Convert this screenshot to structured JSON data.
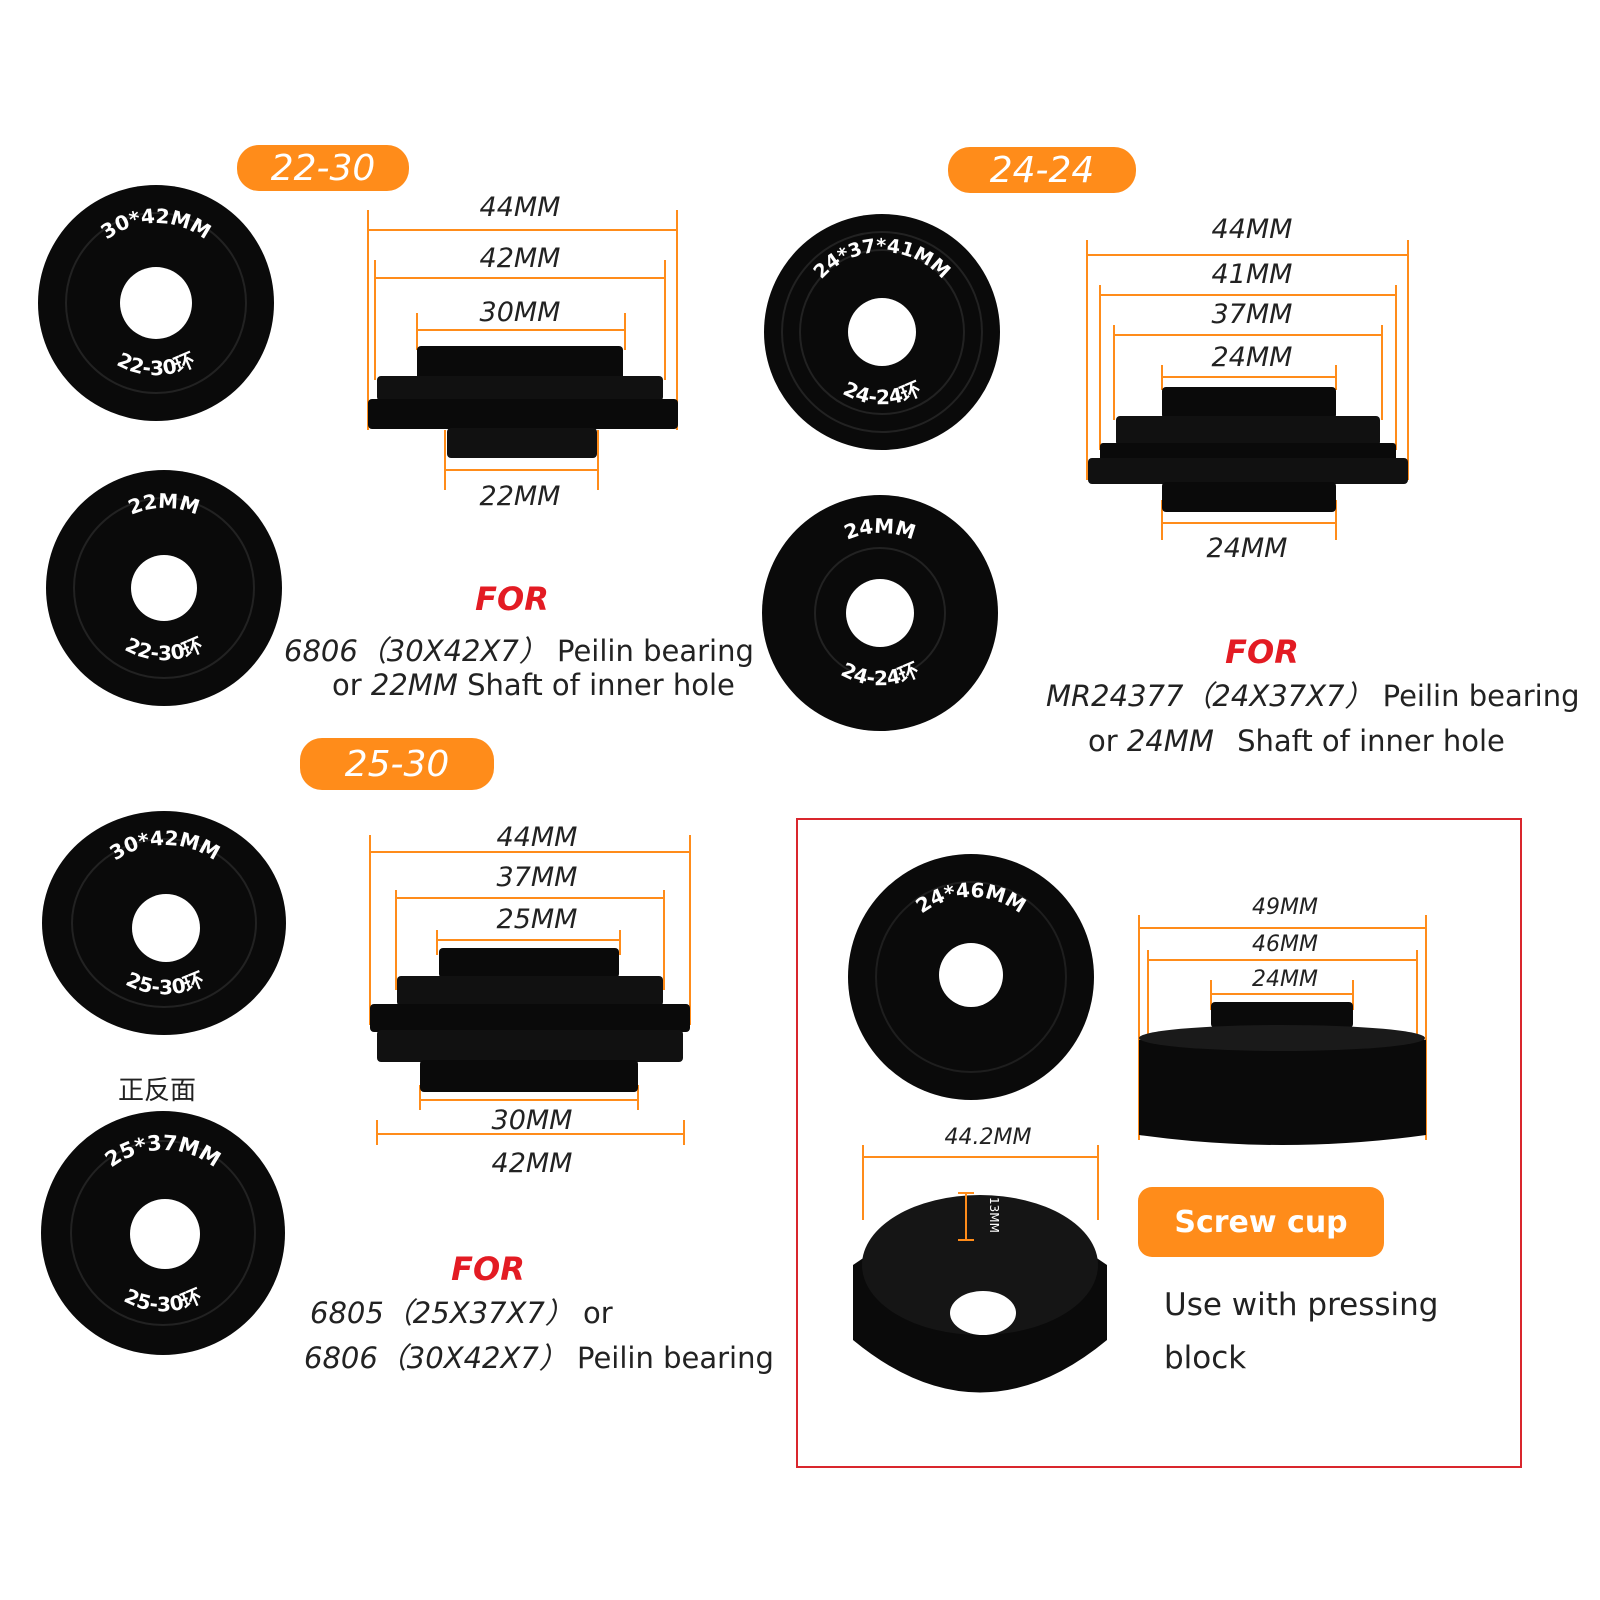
{
  "colors": {
    "accent": "#ff8c1a",
    "for_red": "#e31b23",
    "box_red": "#d9262d",
    "part_black": "#0a0a0a"
  },
  "group1": {
    "badge": "22-30",
    "disc_top": {
      "top_text": "30*42MM",
      "bottom_text": "22-30环"
    },
    "disc_bottom": {
      "top_text": "22MM",
      "bottom_text": "22-30环"
    },
    "dims": {
      "d1": "44MM",
      "d2": "42MM",
      "d3": "30MM",
      "d4": "22MM"
    },
    "for_label": "FOR",
    "line1_code": "6806（30X42X7）",
    "line1_text": "Peilin bearing",
    "line2_or": "or",
    "line2_size": "22MM",
    "line2_text": "Shaft of inner hole"
  },
  "group2": {
    "badge": "24-24",
    "disc_top": {
      "top_text": "24*37*41MM",
      "bottom_text": "24-24环"
    },
    "disc_bottom": {
      "top_text": "24MM",
      "bottom_text": "24-24环"
    },
    "dims": {
      "d1": "44MM",
      "d2": "41MM",
      "d3": "37MM",
      "d4": "24MM",
      "d5": "24MM"
    },
    "for_label": "FOR",
    "line1_code": "MR24377（24X37X7）",
    "line1_text": "Peilin bearing",
    "line2_or": "or",
    "line2_size": "24MM",
    "line2_text": "Shaft of inner hole"
  },
  "group3": {
    "badge": "25-30",
    "disc_top": {
      "top_text": "30*42MM",
      "bottom_text": "25-30环"
    },
    "side_label": "正反面",
    "disc_bottom": {
      "top_text": "25*37MM",
      "bottom_text": "25-30环"
    },
    "dims": {
      "d1": "44MM",
      "d2": "37MM",
      "d3": "25MM",
      "d4": "30MM",
      "d5": "42MM"
    },
    "for_label": "FOR",
    "line1_code": "6805（25X37X7）",
    "line1_or": "or",
    "line2_code": "6806（30X42X7）",
    "line2_text": "Peilin bearing"
  },
  "group4": {
    "disc": {
      "top_text": "24*46MM"
    },
    "dims": {
      "d1": "49MM",
      "d2": "46MM",
      "d3": "24MM",
      "cup_width": "44.2MM",
      "cup_depth": "13MM"
    },
    "badge": "Screw cup",
    "line1": "Use with pressing",
    "line2": "block"
  }
}
